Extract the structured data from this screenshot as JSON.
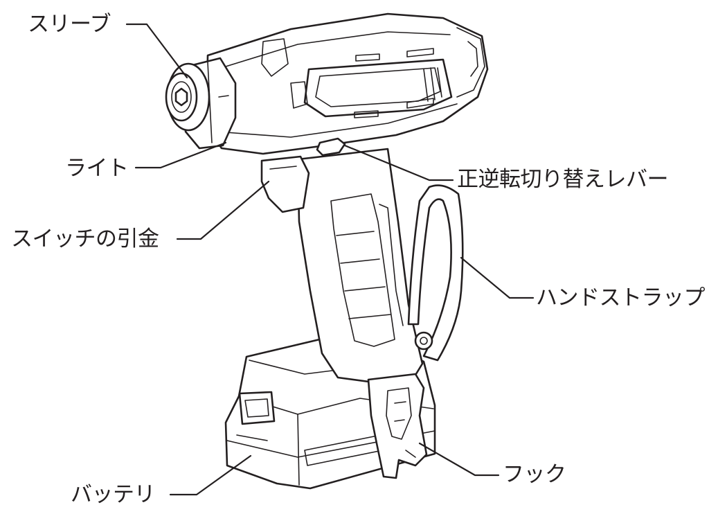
{
  "labels": {
    "sleeve": "スリーブ",
    "light": "ライト",
    "switch_trigger": "スイッチの引金",
    "reversing_lever": "正逆転切り替えレバー",
    "hand_strap": "ハンドストラップ",
    "battery": "バッテリ",
    "hook": "フック"
  },
  "colors": {
    "line": "#231f20",
    "background": "#ffffff"
  }
}
